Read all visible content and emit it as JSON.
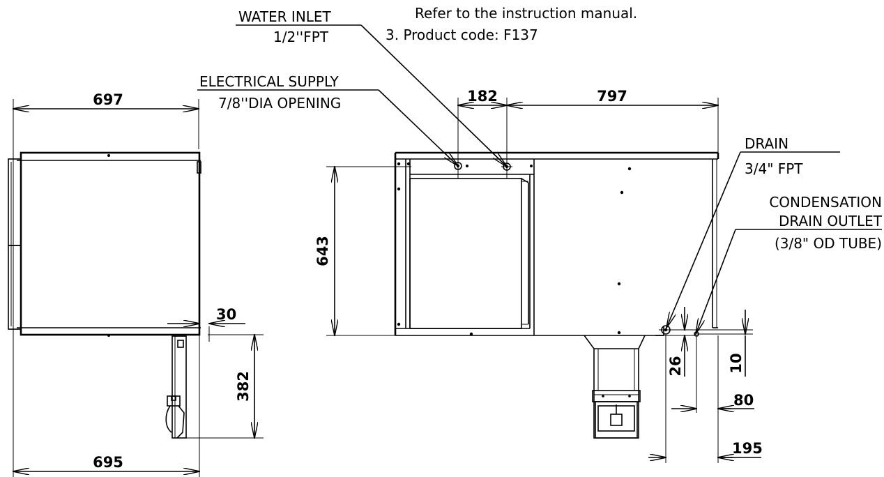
{
  "notes": {
    "line_refer": "Refer to the instruction manual.",
    "line_product_code": "3. Product code: F137"
  },
  "labels": {
    "water_inlet": "WATER INLET",
    "water_inlet_size": "1/2''FPT",
    "electrical_supply": "ELECTRICAL SUPPLY",
    "electrical_opening": "7/8''DIA OPENING",
    "drain": "DRAIN",
    "drain_size": "3/4\" FPT",
    "condensation": "CONDENSATION",
    "drain_outlet": "DRAIN OUTLET",
    "od_tube": "(3/8\" OD TUBE)"
  },
  "dimensions": {
    "side_top_width": "697",
    "side_bottom_width": "695",
    "side_offset": "30",
    "side_leg_height": "382",
    "front_height": "643",
    "front_inlet_spacing": "182",
    "front_right_width": "797",
    "drain_height": "26",
    "outlet_height": "10",
    "outlet_offset": "80",
    "drain_offset": "195"
  }
}
